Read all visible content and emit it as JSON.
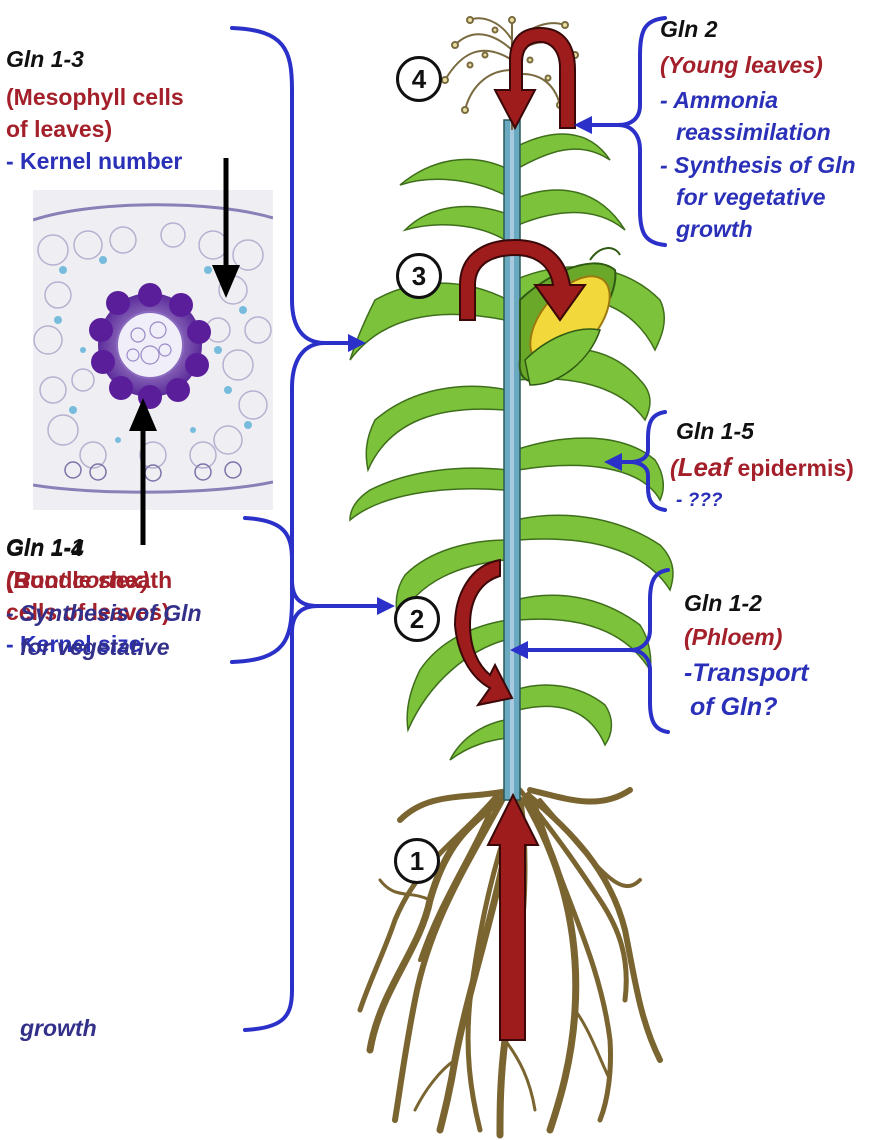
{
  "colors": {
    "gene": "#111111",
    "tissue": "#a3202a",
    "role": "#2a30b8",
    "bracket": "#2a30c8",
    "arrow": "#9e1c1c",
    "leaf": "#7cc23a",
    "root": "#7a6430"
  },
  "labels": {
    "gln13": {
      "gene": "Gln 1-3",
      "tissue_line1": "(Mesophyll cells",
      "tissue_line2": "of leaves)",
      "role": "- Kernel number"
    },
    "gln14": {
      "gene": "Gln 1-4",
      "tissue_line1": "(Bundle sheath",
      "tissue_line2": "cells of leaves)",
      "role": "- Kernel size"
    },
    "gln11": {
      "gene": "Gln 1-1",
      "tissue": "(Root cortex)",
      "role_line1": "- Synthesis of Gln",
      "role_line2": "for vegetative",
      "role_line3": "growth"
    },
    "gln2": {
      "gene": "Gln 2",
      "tissue": "(Young leaves)",
      "role_line1": "- Ammonia",
      "role_line2": "reassimilation",
      "role_line3": "- Synthesis of Gln",
      "role_line4": "for vegetative",
      "role_line5": "growth"
    },
    "gln15": {
      "gene": "Gln 1-5",
      "tissue_open": "(",
      "tissue_big": "Leaf",
      "tissue_rest": " epidermis)",
      "role": "- ???"
    },
    "gln12": {
      "gene": "Gln 1-2",
      "tissue": "(Phloem)",
      "role_line1": "-Transport",
      "role_line2": "of Gln?"
    }
  },
  "steps": [
    "1",
    "2",
    "3",
    "4"
  ],
  "icons": {
    "arrows": "curved-red-arrow-icon",
    "plant": "maize-plant-illustration",
    "micrograph": "leaf-cross-section-micrograph"
  }
}
